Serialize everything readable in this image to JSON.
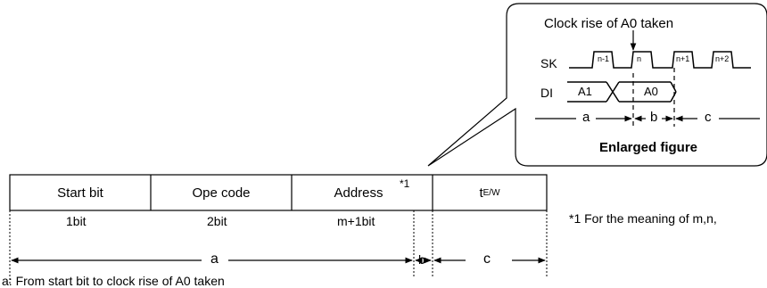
{
  "enlarged": {
    "callout_label": "Clock rise of A0 taken",
    "signal_sk": "SK",
    "signal_di": "DI",
    "pulses": [
      "n-1",
      "n",
      "n+1",
      "n+2"
    ],
    "di_a1": "A1",
    "di_a0": "A0",
    "seg_a": "a",
    "seg_b": "b",
    "seg_c": "c",
    "caption": "Enlarged figure"
  },
  "frame": {
    "fields": [
      {
        "label": "Start bit",
        "bits": "1bit"
      },
      {
        "label": "Ope code",
        "bits": "2bit"
      },
      {
        "label": "Address",
        "bits": "m+1bit"
      }
    ],
    "address_note": "*1",
    "last_field_main": "t",
    "last_field_sub": "E/W",
    "seg_a": "a",
    "seg_b": "b",
    "seg_c": "c",
    "legend_a": "a: From start bit to clock rise of A0 taken"
  },
  "footnote": "*1 For the meaning of m,n,"
}
